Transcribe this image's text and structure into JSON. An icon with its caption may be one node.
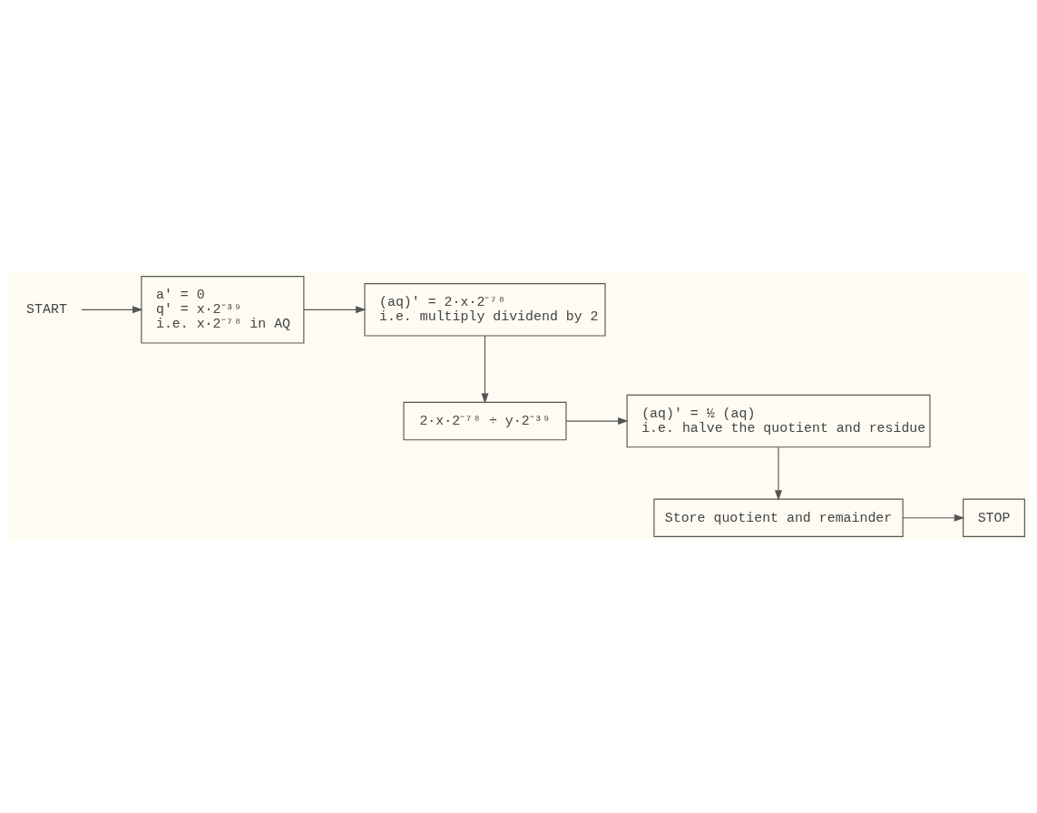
{
  "diagram": {
    "nodes": [
      {
        "text": [
          "START"
        ]
      },
      {
        "text": [
          "a' = 0",
          "q' = x·2⁻³⁹",
          "i.e. x·2⁻⁷⁸ in AQ"
        ]
      },
      {
        "text": [
          "(aq)' = 2·x·2⁻⁷⁸",
          "i.e. multiply dividend by 2"
        ]
      },
      {
        "text": [
          "2·x·2⁻⁷⁸ ÷ y·2⁻³⁹"
        ]
      },
      {
        "text": [
          "(aq)' = ½ (aq)",
          "i.e. halve the quotient and residue"
        ]
      },
      {
        "text": [
          "Store quotient and remainder"
        ]
      },
      {
        "text": [
          "STOP"
        ]
      }
    ],
    "edges": [
      {
        "from": 0,
        "to": 1,
        "arrow": "to"
      },
      {
        "from": 1,
        "to": 2,
        "arrow": "to"
      },
      {
        "from": 2,
        "to": 3,
        "arrow": "to"
      },
      {
        "from": 3,
        "to": 4,
        "arrow": "to"
      },
      {
        "from": 4,
        "to": 5,
        "arrow": "to"
      },
      {
        "from": 5,
        "to": 6,
        "arrow": "to"
      }
    ]
  }
}
